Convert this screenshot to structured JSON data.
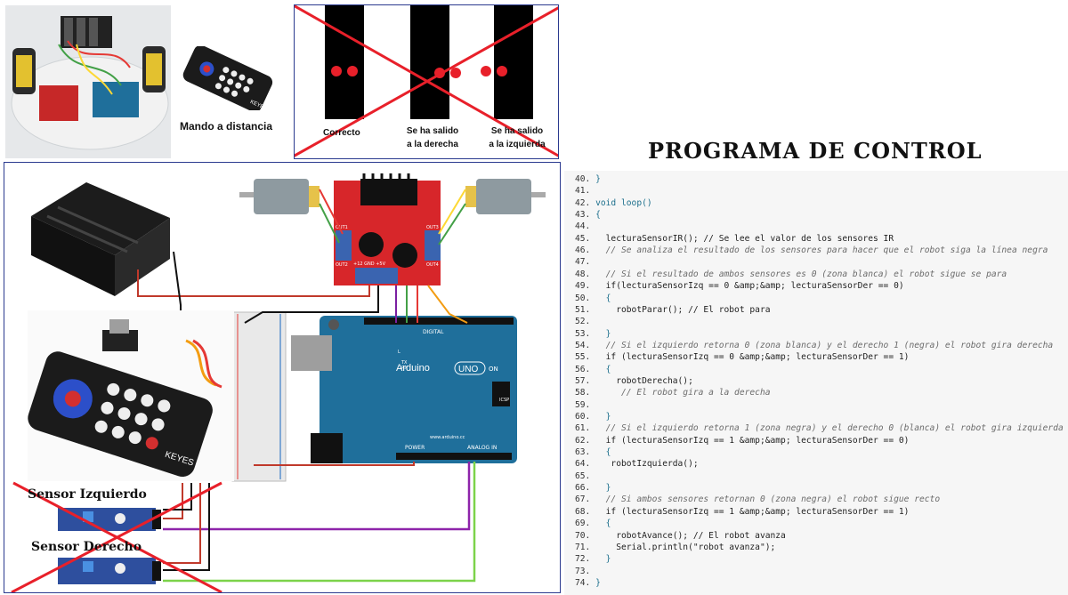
{
  "title": "PROGRAMA DE CONTROL",
  "remote_label": "Mando a distancia",
  "line_panel": {
    "labels": [
      "Correcto",
      "Se ha salido\na la derecha",
      "Se ha salido\na la izquierda"
    ]
  },
  "board": {
    "arduino_brand": "Arduino",
    "arduino_model": "UNO",
    "arduino_on": "ON",
    "digital_header": "DIGITAL",
    "power_header": "POWER",
    "analog_header": "ANALOG IN",
    "website": "www.arduino.cc",
    "icsp": "ICSP",
    "tx": "TX",
    "rx": "RX",
    "l": "L",
    "driver_out1": "OUT1",
    "driver_out2": "OUT2",
    "driver_out3": "OUT3",
    "driver_out4": "OUT4",
    "driver_pins": "+12  GND  +5V",
    "remote_brand": "KEYES"
  },
  "sensor_left": "Sensor Izquierdo",
  "sensor_right": "Sensor Derecho",
  "code_lines": [
    {
      "n": "40.",
      "t": "}",
      "k": "sym"
    },
    {
      "n": "41.",
      "t": "",
      "k": ""
    },
    {
      "n": "42.",
      "t": "void loop()",
      "k": "kw"
    },
    {
      "n": "43.",
      "t": "{",
      "k": "sym"
    },
    {
      "n": "44.",
      "t": "",
      "k": ""
    },
    {
      "n": "45.",
      "t": "  lecturaSensorIR(); // Se lee el valor de los sensores IR",
      "k": "mix45"
    },
    {
      "n": "46.",
      "t": "  // Se analiza el resultado de los sensores para hacer que el robot siga la línea negra",
      "k": "cm"
    },
    {
      "n": "47.",
      "t": "",
      "k": ""
    },
    {
      "n": "48.",
      "t": "  // Si el resultado de ambos sensores es 0 (zona blanca) el robot sigue se para",
      "k": "cm"
    },
    {
      "n": "49.",
      "t": "  if(lecturaSensorIzq == 0 &amp;&amp; lecturaSensorDer == 0)",
      "k": "if"
    },
    {
      "n": "50.",
      "t": "  {",
      "k": "sym"
    },
    {
      "n": "51.",
      "t": "    robotParar(); // El robot para",
      "k": "mix51"
    },
    {
      "n": "52.",
      "t": "",
      "k": ""
    },
    {
      "n": "53.",
      "t": "  }",
      "k": "sym"
    },
    {
      "n": "54.",
      "t": "  // Si el izquierdo retorna 0 (zona blanca) y el derecho 1 (negra) el robot gira derecha",
      "k": "cm"
    },
    {
      "n": "55.",
      "t": "  if (lecturaSensorIzq == 0 &amp;&amp; lecturaSensorDer == 1)",
      "k": "if"
    },
    {
      "n": "56.",
      "t": "  {",
      "k": "sym"
    },
    {
      "n": "57.",
      "t": "    robotDerecha();",
      "k": ""
    },
    {
      "n": "58.",
      "t": "     // El robot gira a la derecha",
      "k": "cm"
    },
    {
      "n": "59.",
      "t": "",
      "k": ""
    },
    {
      "n": "60.",
      "t": "  }",
      "k": "sym"
    },
    {
      "n": "61.",
      "t": "  // Si el izquierdo retorna 1 (zona negra) y el derecho 0 (blanca) el robot gira izquierda",
      "k": "cm"
    },
    {
      "n": "62.",
      "t": "  if (lecturaSensorIzq == 1 &amp;&amp; lecturaSensorDer == 0)",
      "k": "if"
    },
    {
      "n": "63.",
      "t": "  {",
      "k": "sym"
    },
    {
      "n": "64.",
      "t": "   robotIzquierda();",
      "k": ""
    },
    {
      "n": "65.",
      "t": "",
      "k": ""
    },
    {
      "n": "66.",
      "t": "  }",
      "k": "sym"
    },
    {
      "n": "67.",
      "t": "  // Si ambos sensores retornan 0 (zona negra) el robot sigue recto",
      "k": "cm"
    },
    {
      "n": "68.",
      "t": "  if (lecturaSensorIzq == 1 &amp;&amp; lecturaSensorDer == 1)",
      "k": "if"
    },
    {
      "n": "69.",
      "t": "  {",
      "k": "sym"
    },
    {
      "n": "70.",
      "t": "    robotAvance(); // El robot avanza",
      "k": "mix70"
    },
    {
      "n": "71.",
      "t": "    Serial.println(\"robot avanza\");",
      "k": "mix71"
    },
    {
      "n": "72.",
      "t": "  }",
      "k": "sym"
    },
    {
      "n": "73.",
      "t": "",
      "k": ""
    },
    {
      "n": "74.",
      "t": "}",
      "k": "sym"
    }
  ],
  "colors": {
    "cross": "#e8202a",
    "arduino": "#1f6f9b",
    "driver": "#d7262a",
    "motor": "#8e9aa0",
    "code_bg": "#f6f6f6"
  }
}
